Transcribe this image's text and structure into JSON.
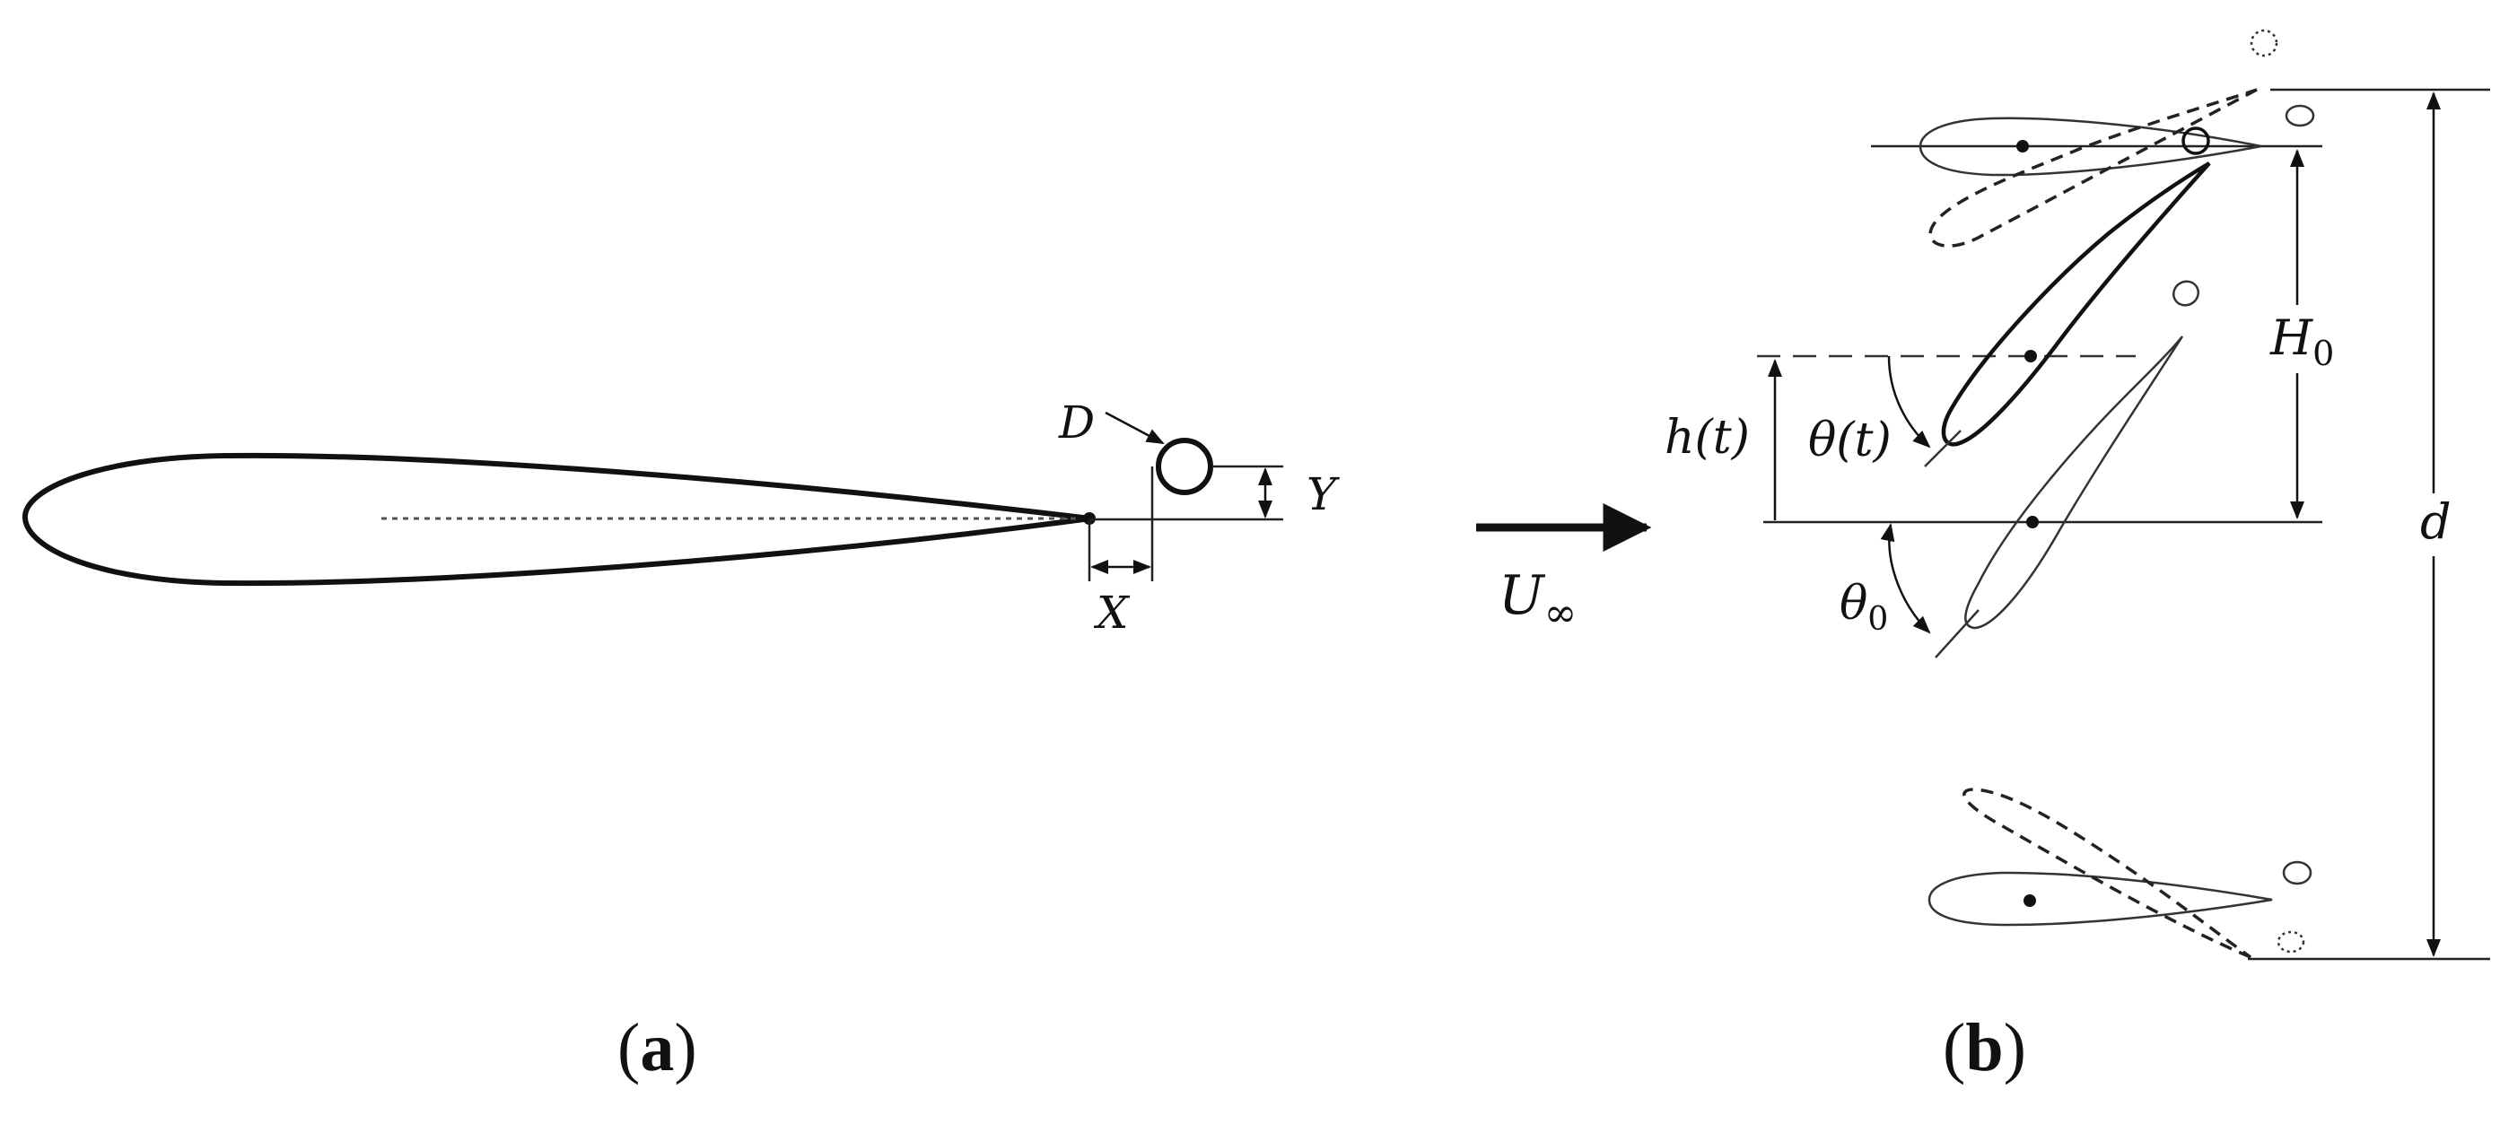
{
  "panel_a": {
    "label_open": "(",
    "label_letter": "a",
    "label_close": ")",
    "labels": {
      "D": "D",
      "X": "X",
      "Y": "Y"
    }
  },
  "panel_b": {
    "label_open": "(",
    "label_letter": "b",
    "label_close": ")",
    "labels": {
      "U": "U",
      "U_sub": "∞",
      "h": "h(t)",
      "theta": "θ(t)",
      "theta0": "θ",
      "theta0_sub": "0",
      "H0": "H",
      "H0_sub": "0",
      "d": "d"
    }
  },
  "colors": {
    "ink": "#111111",
    "thin": "#333333",
    "dotted": "#555555"
  }
}
